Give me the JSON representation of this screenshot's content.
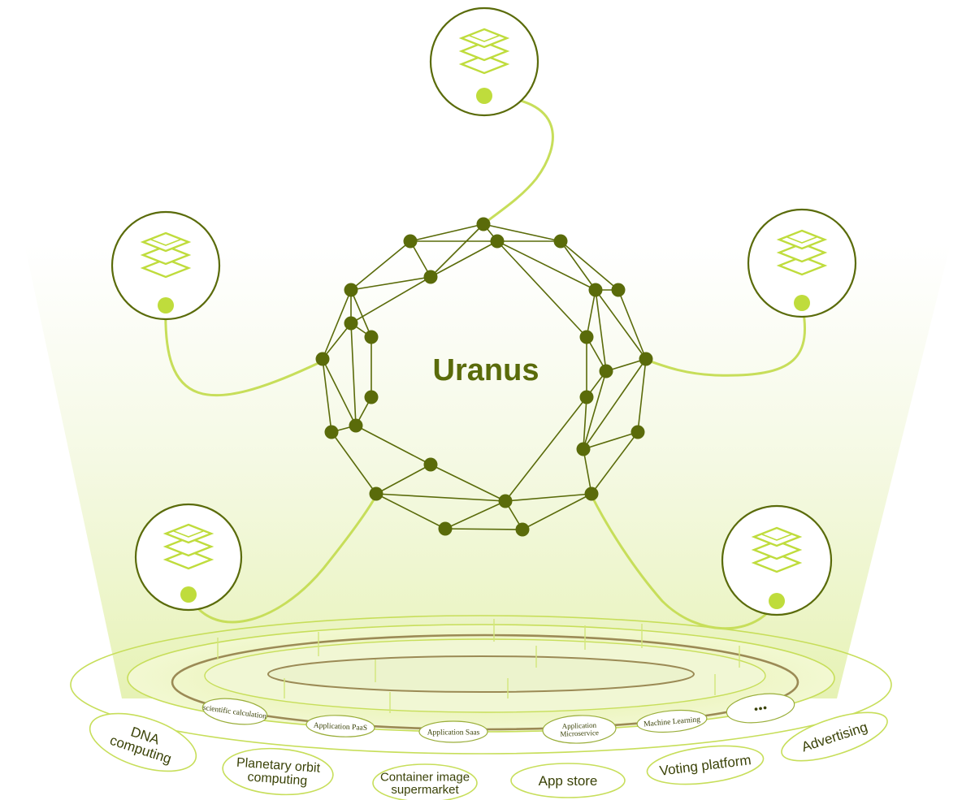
{
  "center": {
    "title": "Uranus"
  },
  "outer_ring_items": [
    {
      "id": "dna",
      "lines": [
        "DNA",
        "computing"
      ]
    },
    {
      "id": "planetary",
      "lines": [
        "Planetary orbit",
        "computing"
      ]
    },
    {
      "id": "container",
      "lines": [
        "Container image",
        "supermarket"
      ]
    },
    {
      "id": "appstore",
      "lines": [
        "App store"
      ]
    },
    {
      "id": "voting",
      "lines": [
        "Voting platform"
      ]
    },
    {
      "id": "advertising",
      "lines": [
        "Advertising"
      ]
    }
  ],
  "inner_ring_items": [
    {
      "id": "scientific",
      "lines": [
        "scientific calculation"
      ]
    },
    {
      "id": "paas",
      "lines": [
        "Application PaaS"
      ]
    },
    {
      "id": "saas",
      "lines": [
        "Application  Saas"
      ]
    },
    {
      "id": "microservice",
      "lines": [
        "Application",
        "Microservice"
      ]
    },
    {
      "id": "ml",
      "lines": [
        "Machine Learning"
      ]
    },
    {
      "id": "more",
      "lines": [
        "•••"
      ]
    }
  ],
  "satellites": [
    {
      "id": "top",
      "icon": "stacked-layers-icon"
    },
    {
      "id": "left-upper",
      "icon": "stacked-layers-icon"
    },
    {
      "id": "right-upper",
      "icon": "stacked-layers-icon"
    },
    {
      "id": "left-lower",
      "icon": "stacked-layers-icon"
    },
    {
      "id": "right-lower",
      "icon": "stacked-layers-icon"
    }
  ],
  "colors": {
    "dark_olive": "#5a6b0a",
    "lime": "#bfdc3c",
    "light_lime": "#c7de5a",
    "text": "#3a4207"
  }
}
